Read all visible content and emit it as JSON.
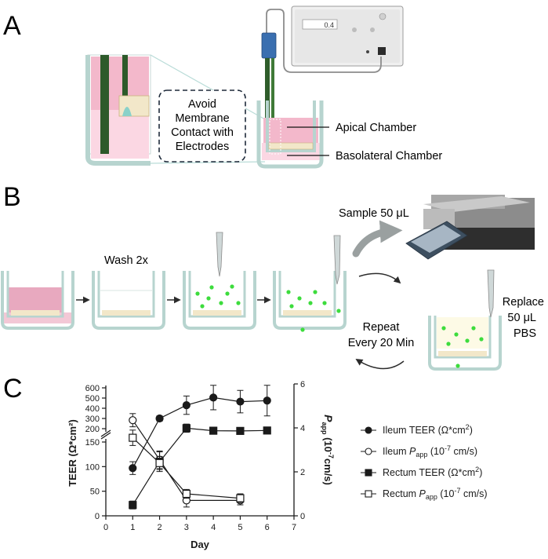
{
  "panels": {
    "a": {
      "letter": "A",
      "meter_display": "0.4",
      "callout": [
        "Avoid",
        "Membrane",
        "Contact with",
        "Electrodes"
      ],
      "apical_label": "Apical Chamber",
      "basolateral_label": "Basolateral Chamber"
    },
    "b": {
      "letter": "B",
      "wash_label": "Wash 2x",
      "sample_label": "Sample 50 μL",
      "repeat_label": [
        "Repeat",
        "Every 20 Min"
      ],
      "replace_label": [
        "Replace",
        "50 μL",
        "PBS"
      ]
    },
    "c": {
      "letter": "C"
    }
  },
  "colors": {
    "apical_pink": "#e8a9bf",
    "basolateral_pink": "#f6d3df",
    "well_outline": "#8fbcb6",
    "well_fill": "#dcefea",
    "electrode_green": "#2f5d2b",
    "electrode_blue": "#3a6fb0",
    "dot_green": "#3ddc3d",
    "arrow_gray": "#9aa0a0"
  },
  "chart_data": {
    "type": "line",
    "xlabel": "Day",
    "xlim": [
      0,
      7
    ],
    "xticks": [
      0,
      1,
      2,
      3,
      4,
      5,
      6,
      7
    ],
    "ylabel_left": "TEER (Ω*cm²)",
    "ylabel_right": "P_app (10⁻⁷cm/s)",
    "ylabel_right_base": "P",
    "ylabel_right_sub": "app",
    "ylabel_right_units": "(10",
    "ylabel_right_sup": "-7",
    "ylabel_right_tail": "cm/s)",
    "left_axis_broken": true,
    "left_ticks_lower": [
      0,
      50,
      100,
      150
    ],
    "left_ticks_upper": [
      200,
      300,
      400,
      500,
      600
    ],
    "right_ticks": [
      0,
      2,
      4,
      6
    ],
    "ylim_right": [
      0,
      6
    ],
    "series": [
      {
        "name": "Ileum TEER (Ω*cm²)",
        "legend_main": "Ileum TEER (Ω*cm",
        "legend_sup": "2",
        "legend_tail": ")",
        "axis": "left",
        "marker": "filled-circle",
        "x": [
          1,
          2,
          3,
          4,
          5,
          6
        ],
        "y": [
          97,
          300,
          430,
          505,
          465,
          475
        ],
        "err": [
          13,
          25,
          90,
          120,
          110,
          150
        ]
      },
      {
        "name": "Ileum P_app (10⁻⁷ cm/s)",
        "legend_main": "Ileum ",
        "legend_italic": "P",
        "legend_sub": "app",
        "legend_tail": " (10",
        "legend_sup": "-7",
        "legend_end": " cm/s)",
        "axis": "right",
        "marker": "open-circle",
        "x": [
          1,
          2,
          3,
          5
        ],
        "y": [
          4.35,
          2.55,
          0.7,
          0.7
        ],
        "err": [
          0.3,
          0.4,
          0.3,
          0.2
        ]
      },
      {
        "name": "Rectum TEER (Ω*cm²)",
        "legend_main": "Rectum TEER (Ω*cm",
        "legend_sup": "2",
        "legend_tail": ")",
        "axis": "left",
        "marker": "filled-square",
        "x": [
          1,
          2,
          3,
          4,
          5,
          6
        ],
        "y": [
          22,
          110,
          205,
          180,
          178,
          182
        ],
        "err": [
          8,
          20,
          40,
          0,
          0,
          0
        ]
      },
      {
        "name": "Rectum P_app (10⁻⁷ cm/s)",
        "legend_main": "Rectum ",
        "legend_italic": "P",
        "legend_sub": "app",
        "legend_tail": " (10",
        "legend_sup": "-7",
        "legend_end": " cm/s)",
        "axis": "right",
        "marker": "open-square",
        "x": [
          1,
          2,
          3,
          5
        ],
        "y": [
          3.55,
          2.4,
          1.0,
          0.8
        ],
        "err": [
          0.35,
          0.3,
          0.2,
          0.2
        ]
      }
    ]
  }
}
